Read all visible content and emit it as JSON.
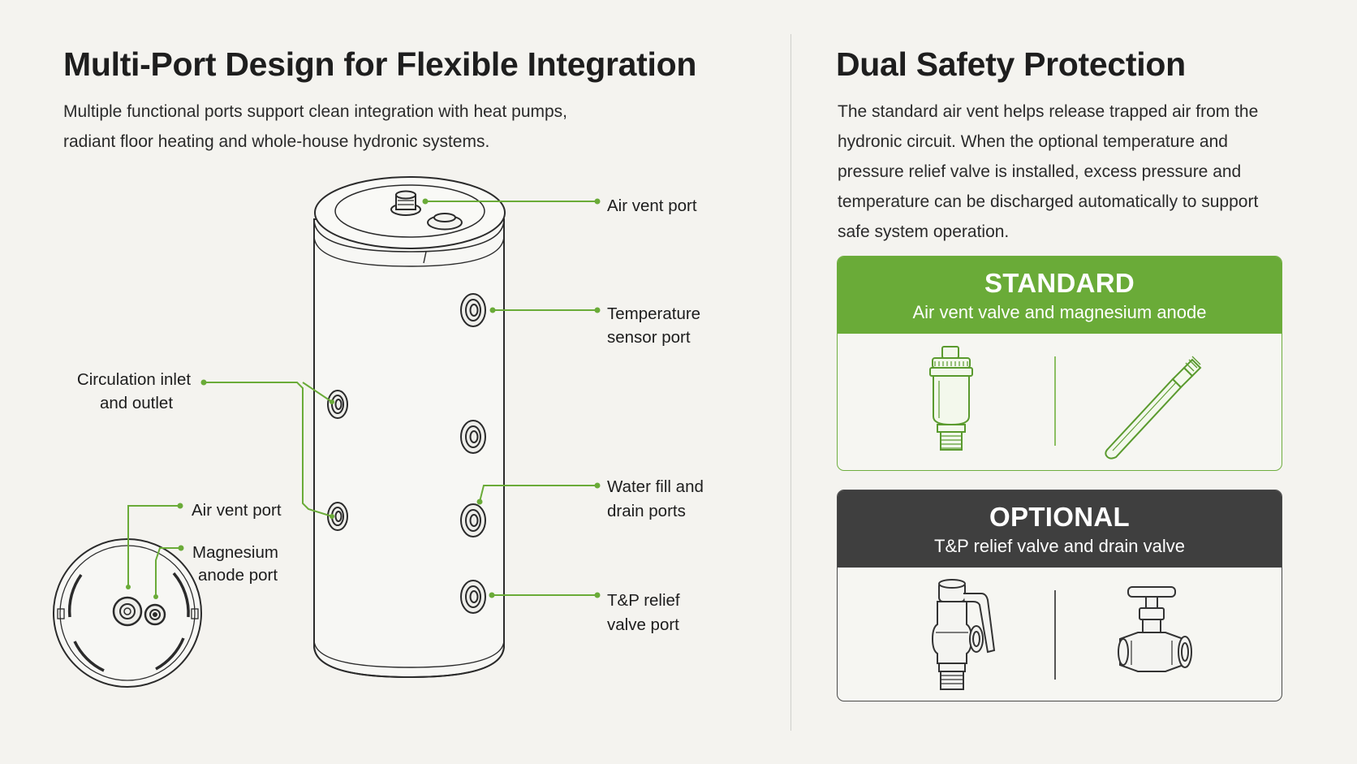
{
  "left": {
    "title": "Multi-Port Design for Flexible Integration",
    "description_lines": [
      "Multiple functional ports support clean integration with heat pumps,",
      "radiant floor heating and whole-house hydronic systems."
    ]
  },
  "right": {
    "title": "Dual Safety Protection",
    "description_lines": [
      "The standard air vent helps release trapped air from the",
      "hydronic circuit. When the optional temperature and",
      "pressure relief valve is installed, excess pressure and",
      "temperature can be discharged automatically to support",
      "safe system operation."
    ]
  },
  "diagram": {
    "labels": {
      "air_vent_port": "Air vent port",
      "temperature_sensor_port": [
        "Temperature",
        "sensor port"
      ],
      "circulation": [
        "Circulation inlet",
        "and outlet"
      ],
      "water_fill_drain": [
        "Water fill and",
        "drain ports"
      ],
      "tp_relief": [
        "T&P relief",
        "valve port"
      ],
      "top_air_vent_port": "Air vent port",
      "magnesium_anode_port": [
        "Magnesium",
        "anode port"
      ]
    },
    "accent_color": "#6aab38"
  },
  "cards": {
    "standard": {
      "title": "STANDARD",
      "subtitle": "Air vent valve and magnesium anode",
      "icons": [
        "air-vent-valve-icon",
        "magnesium-anode-icon"
      ],
      "color": "#6aab38"
    },
    "optional": {
      "title": "OPTIONAL",
      "subtitle": "T&P relief valve and drain valve",
      "icons": [
        "tp-relief-valve-icon",
        "drain-valve-icon"
      ],
      "color": "#3f3f3f"
    }
  }
}
